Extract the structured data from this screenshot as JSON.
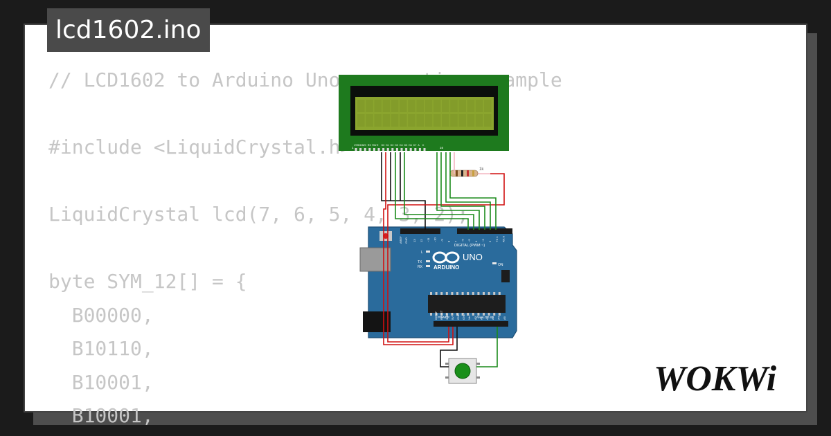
{
  "file": {
    "name": "lcd1602.ino"
  },
  "code": {
    "lines": [
      "// LCD1602 to Arduino Uno connection example",
      "",
      "#include <LiquidCrystal.h>",
      "",
      "LiquidCrystal lcd(7, 6, 5, 4, 3, 2);",
      "",
      "byte SYM_12[] = {",
      "  B00000,",
      "  B10110,",
      "  B10001,",
      "  B10001,"
    ]
  },
  "lcd": {
    "pin_labels": [
      "VSS",
      "VDD",
      "V0",
      "RS",
      "RW",
      "E",
      "D0",
      "D1",
      "D2",
      "D3",
      "D4",
      "D5",
      "D6",
      "D7",
      "A",
      "K"
    ],
    "pin_first": "1",
    "pin_last": "16",
    "color": "#8ba52e",
    "pcb_color": "#1e7a1e"
  },
  "arduino": {
    "brand": "ARDUINO",
    "model": "UNO",
    "digital_label": "DIGITAL (PWM ~)",
    "power_label": "POWER",
    "analog_label": "ANALOG IN",
    "aref_label": "AREF",
    "gnd_label": "GND",
    "on_label": "ON",
    "l_label": "L",
    "tx_label": "TX",
    "rx_label": "RX",
    "digital_pins": [
      "13",
      "12",
      "~11",
      "~10",
      "~9",
      "8",
      "7",
      "~6",
      "~5",
      "4",
      "~3",
      "2",
      "TX 1",
      "RX 0"
    ],
    "power_pins": [
      "IOREF",
      "RESET",
      "3.3V",
      "5V",
      "GND",
      "GND",
      "Vin"
    ],
    "analog_pins": [
      "A0",
      "A1",
      "A2",
      "A3",
      "A4",
      "A5"
    ],
    "board_color": "#2a6b9c"
  },
  "resistor": {
    "label": "1k"
  },
  "pushbutton": {
    "color": "#1a8f1a"
  },
  "brand": {
    "logo": "WOKWi"
  }
}
